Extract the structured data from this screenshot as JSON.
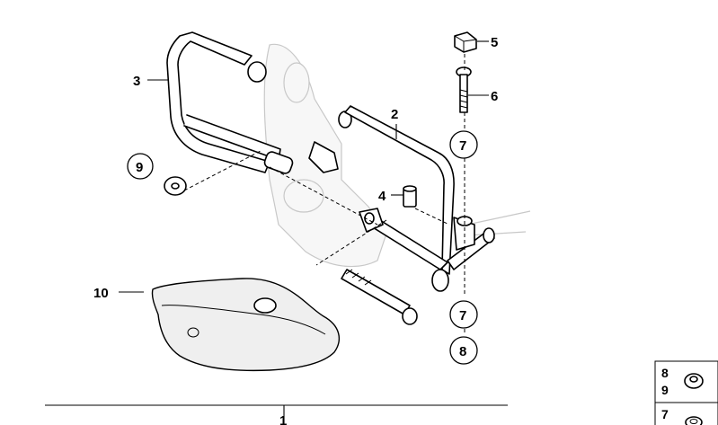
{
  "callouts": {
    "c1": "1",
    "c2": "2",
    "c3": "3",
    "c4": "4",
    "c5": "5",
    "c6": "6",
    "c7a": "7",
    "c7b": "7",
    "c8": "8",
    "c9": "9",
    "c10": "10"
  },
  "inset": {
    "row1a": "8",
    "row1b": "9",
    "row2a": "7"
  }
}
